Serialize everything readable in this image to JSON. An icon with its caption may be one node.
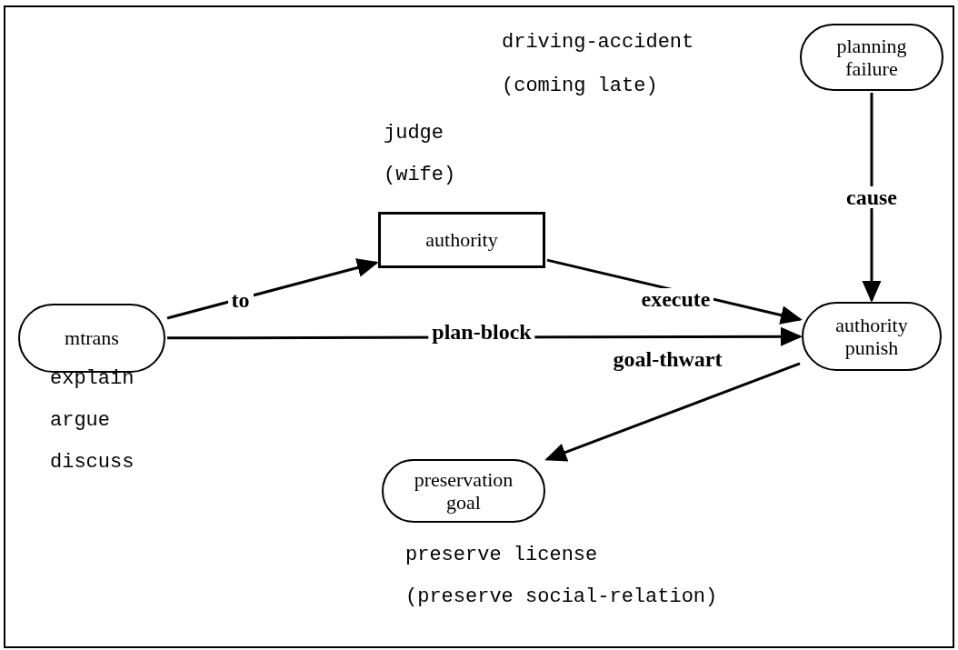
{
  "diagram": {
    "nodes": [
      {
        "text": [
          "planning failure"
        ],
        "beside": [
          "driving-accident",
          "(coming late)"
        ]
      },
      {
        "text": [
          "authority"
        ],
        "beside": [
          "judge",
          "(wife)"
        ]
      },
      {
        "text": [
          "mtrans"
        ],
        "beside": [
          "explain",
          "argue",
          "discuss"
        ]
      },
      {
        "text": [
          "authority punish"
        ]
      },
      {
        "text": [
          "preservation goal"
        ],
        "beside": [
          "preserve license",
          "(preserve social-relation)"
        ]
      }
    ],
    "edges": [
      {
        "from": 2,
        "to": 1,
        "arrow": "to",
        "label": "to"
      },
      {
        "from": 1,
        "to": 3,
        "arrow": "to",
        "label": "execute"
      },
      {
        "from": 2,
        "to": 3,
        "arrow": "to",
        "label": "plan-block"
      },
      {
        "from": 0,
        "to": 3,
        "arrow": "to",
        "label": "cause"
      },
      {
        "from": 3,
        "to": 4,
        "arrow": "to",
        "label": "goal-thwart"
      }
    ]
  }
}
